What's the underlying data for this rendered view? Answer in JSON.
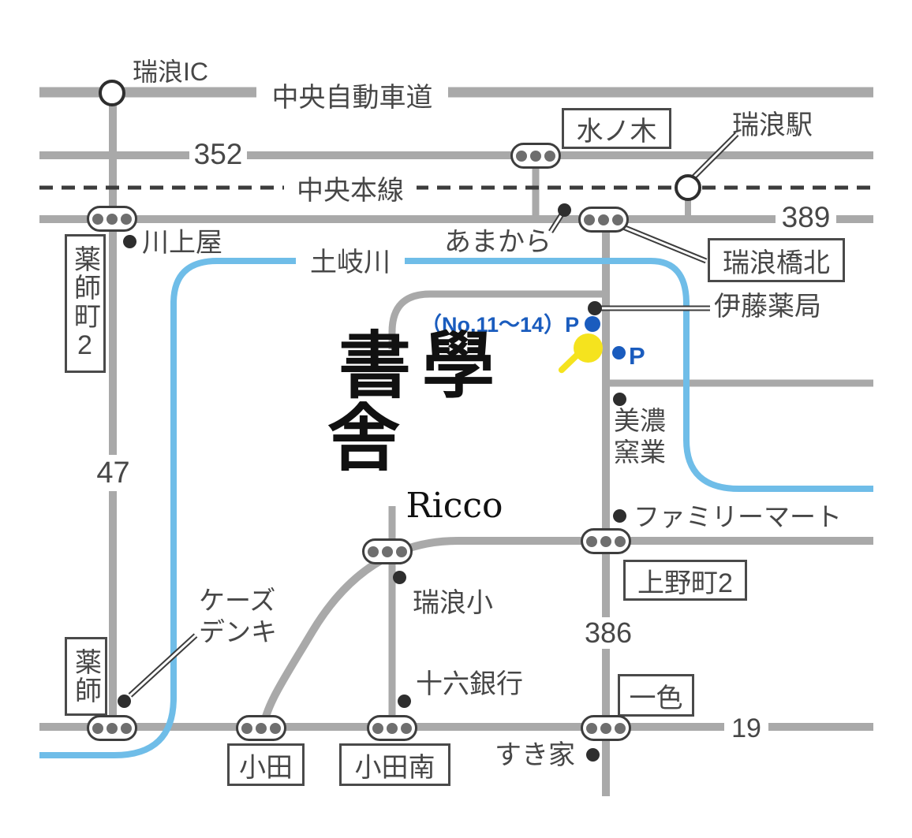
{
  "map": {
    "colors": {
      "background": "#ffffff",
      "road_gray": "#a9a9a9",
      "railway_dark": "#3c3c3c",
      "river_blue": "#6fbde8",
      "text_gray": "#474747",
      "parking_blue": "#1a5cbe",
      "pin_yellow": "#f5e31e"
    },
    "title": {
      "name": "書學舎",
      "romaji": "Ricco"
    },
    "stations": {
      "ic": "瑞浪IC",
      "station": "瑞浪駅"
    },
    "lines": {
      "expressway": "中央自動車道",
      "railway": "中央本線",
      "river": "土岐川"
    },
    "routes": {
      "r352": "352",
      "r389": "389",
      "r47": "47",
      "r386": "386",
      "r19": "19"
    },
    "intersections": {
      "mizunoki": "水ノ木",
      "mizunamibashi_kita": "瑞浪橋北",
      "yakushicho2": "薬師町2",
      "uenocho2": "上野町2",
      "isshiki": "一色",
      "yakushi": "薬師",
      "oda": "小田",
      "oda_minami": "小田南"
    },
    "pois": {
      "kawakamiya": "川上屋",
      "amakara": "あまから",
      "ito_pharmacy": "伊藤薬局",
      "mino_yogyo": "美濃窯業",
      "familymart": "ファミリーマート",
      "mizunami_elementary": "瑞浪小",
      "ks_denki": "ケーズデンキ",
      "juroku_bank": "十六銀行",
      "sukiya": "すき家"
    },
    "parking": {
      "numbered": "（No.11～14）P",
      "main": "P"
    }
  }
}
